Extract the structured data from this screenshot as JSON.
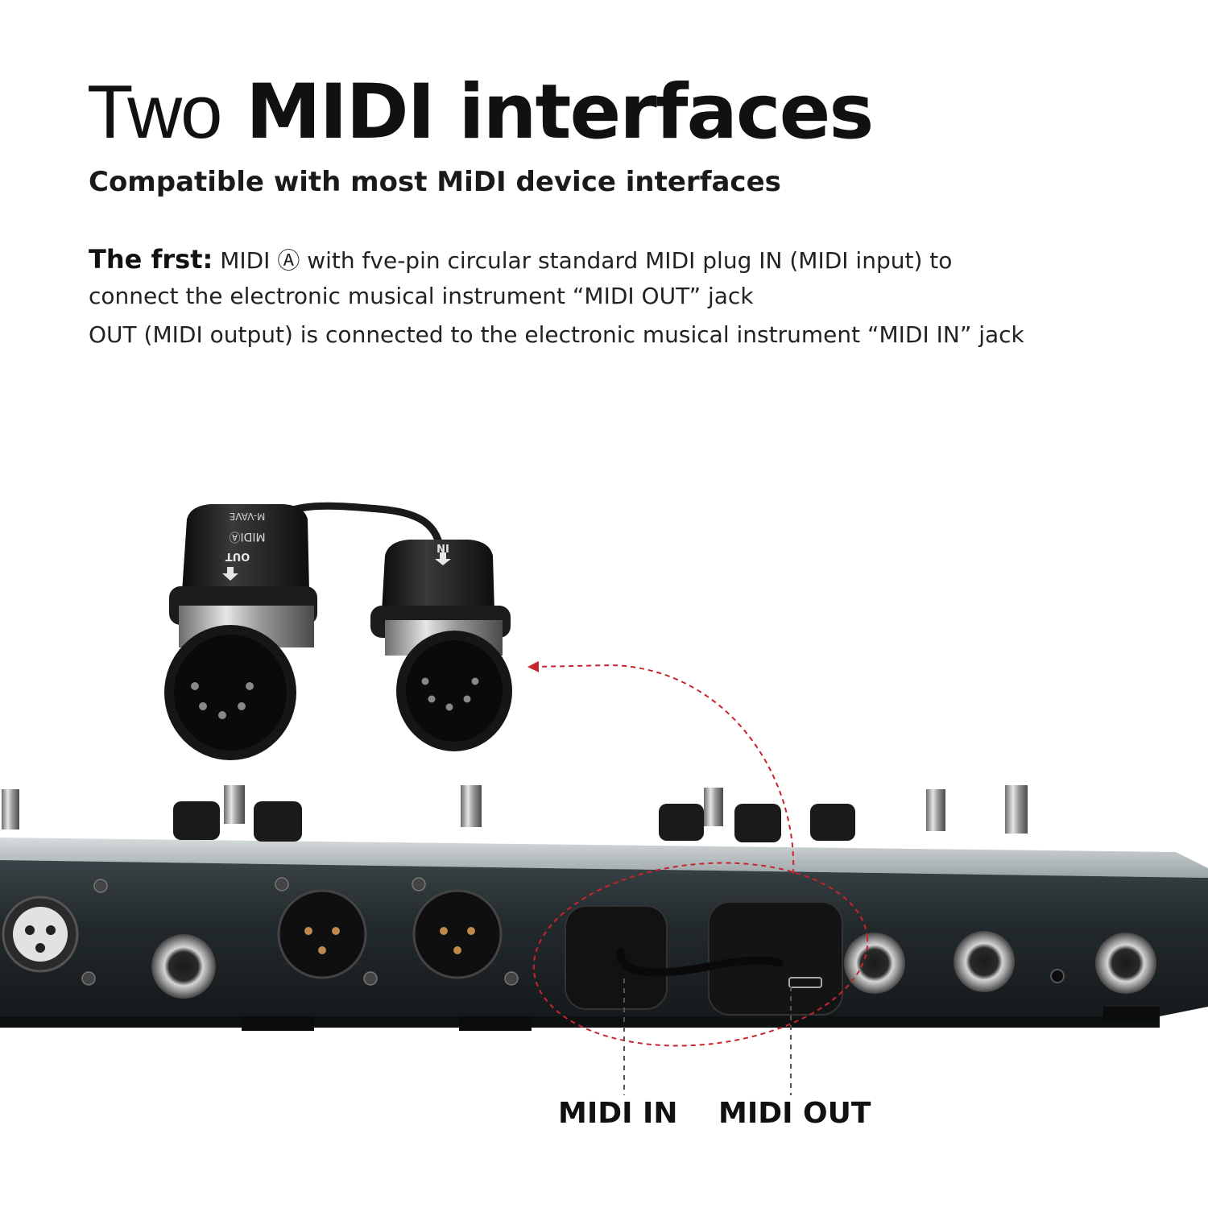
{
  "headline": {
    "light": "Two",
    "bold": "MIDI interfaces"
  },
  "subtitle": "Compatible with most MiDI device interfaces",
  "description": {
    "lead": "The frst:",
    "line1": " MIDI Ⓐ with fve-pin circular standard MIDI plug IN (MIDI input) to",
    "line2": "connect the electronic musical instrument “MIDI OUT” jack",
    "line3": "OUT (MIDI output) is connected to the electronic musical instrument “MIDI IN” jack"
  },
  "adapter": {
    "brand": "M-VAVE",
    "logo": "MIDIⒶ",
    "out_label": "OUT",
    "in_label": "IN"
  },
  "callouts": {
    "midi_in": "MIDI IN",
    "midi_out": "MIDI OUT"
  },
  "colors": {
    "accent_dashed": "#c8242d",
    "device_body": "#1e2528",
    "text": "#111111"
  }
}
